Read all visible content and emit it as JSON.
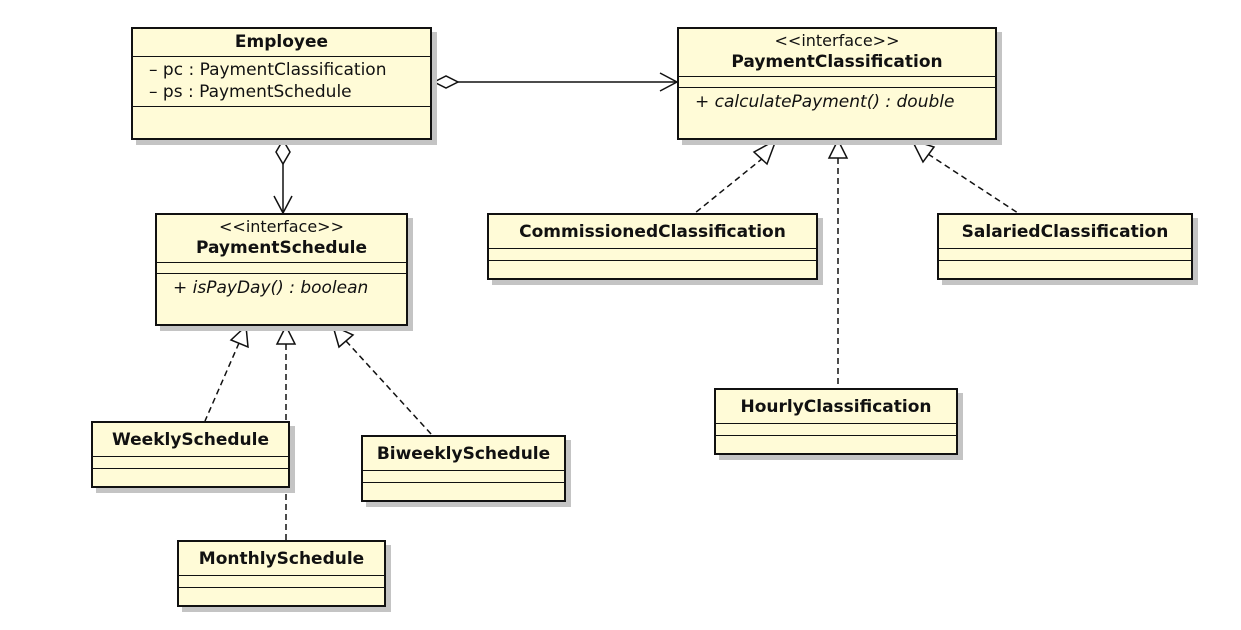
{
  "classes": {
    "employee": {
      "name": "Employee",
      "attributes": [
        "– pc : PaymentClassification",
        "– ps : PaymentSchedule"
      ]
    },
    "payment_classification": {
      "stereotype": "<<interface>>",
      "name": "PaymentClassification",
      "operations": [
        "+ calculatePayment() : double"
      ]
    },
    "payment_schedule": {
      "stereotype": "<<interface>>",
      "name": "PaymentSchedule",
      "operations": [
        "+ isPayDay() : boolean"
      ]
    },
    "commissioned_classification": {
      "name": "CommissionedClassification"
    },
    "salaried_classification": {
      "name": "SalariedClassification"
    },
    "hourly_classification": {
      "name": "HourlyClassification"
    },
    "weekly_schedule": {
      "name": "WeeklySchedule"
    },
    "biweekly_schedule": {
      "name": "BiweeklySchedule"
    },
    "monthly_schedule": {
      "name": "MonthlySchedule"
    }
  },
  "relationships": [
    {
      "type": "aggregation",
      "from": "Employee",
      "to": "PaymentClassification"
    },
    {
      "type": "aggregation",
      "from": "Employee",
      "to": "PaymentSchedule"
    },
    {
      "type": "realization",
      "from": "CommissionedClassification",
      "to": "PaymentClassification"
    },
    {
      "type": "realization",
      "from": "HourlyClassification",
      "to": "PaymentClassification"
    },
    {
      "type": "realization",
      "from": "SalariedClassification",
      "to": "PaymentClassification"
    },
    {
      "type": "realization",
      "from": "WeeklySchedule",
      "to": "PaymentSchedule"
    },
    {
      "type": "realization",
      "from": "MonthlySchedule",
      "to": "PaymentSchedule"
    },
    {
      "type": "realization",
      "from": "BiweeklySchedule",
      "to": "PaymentSchedule"
    }
  ]
}
